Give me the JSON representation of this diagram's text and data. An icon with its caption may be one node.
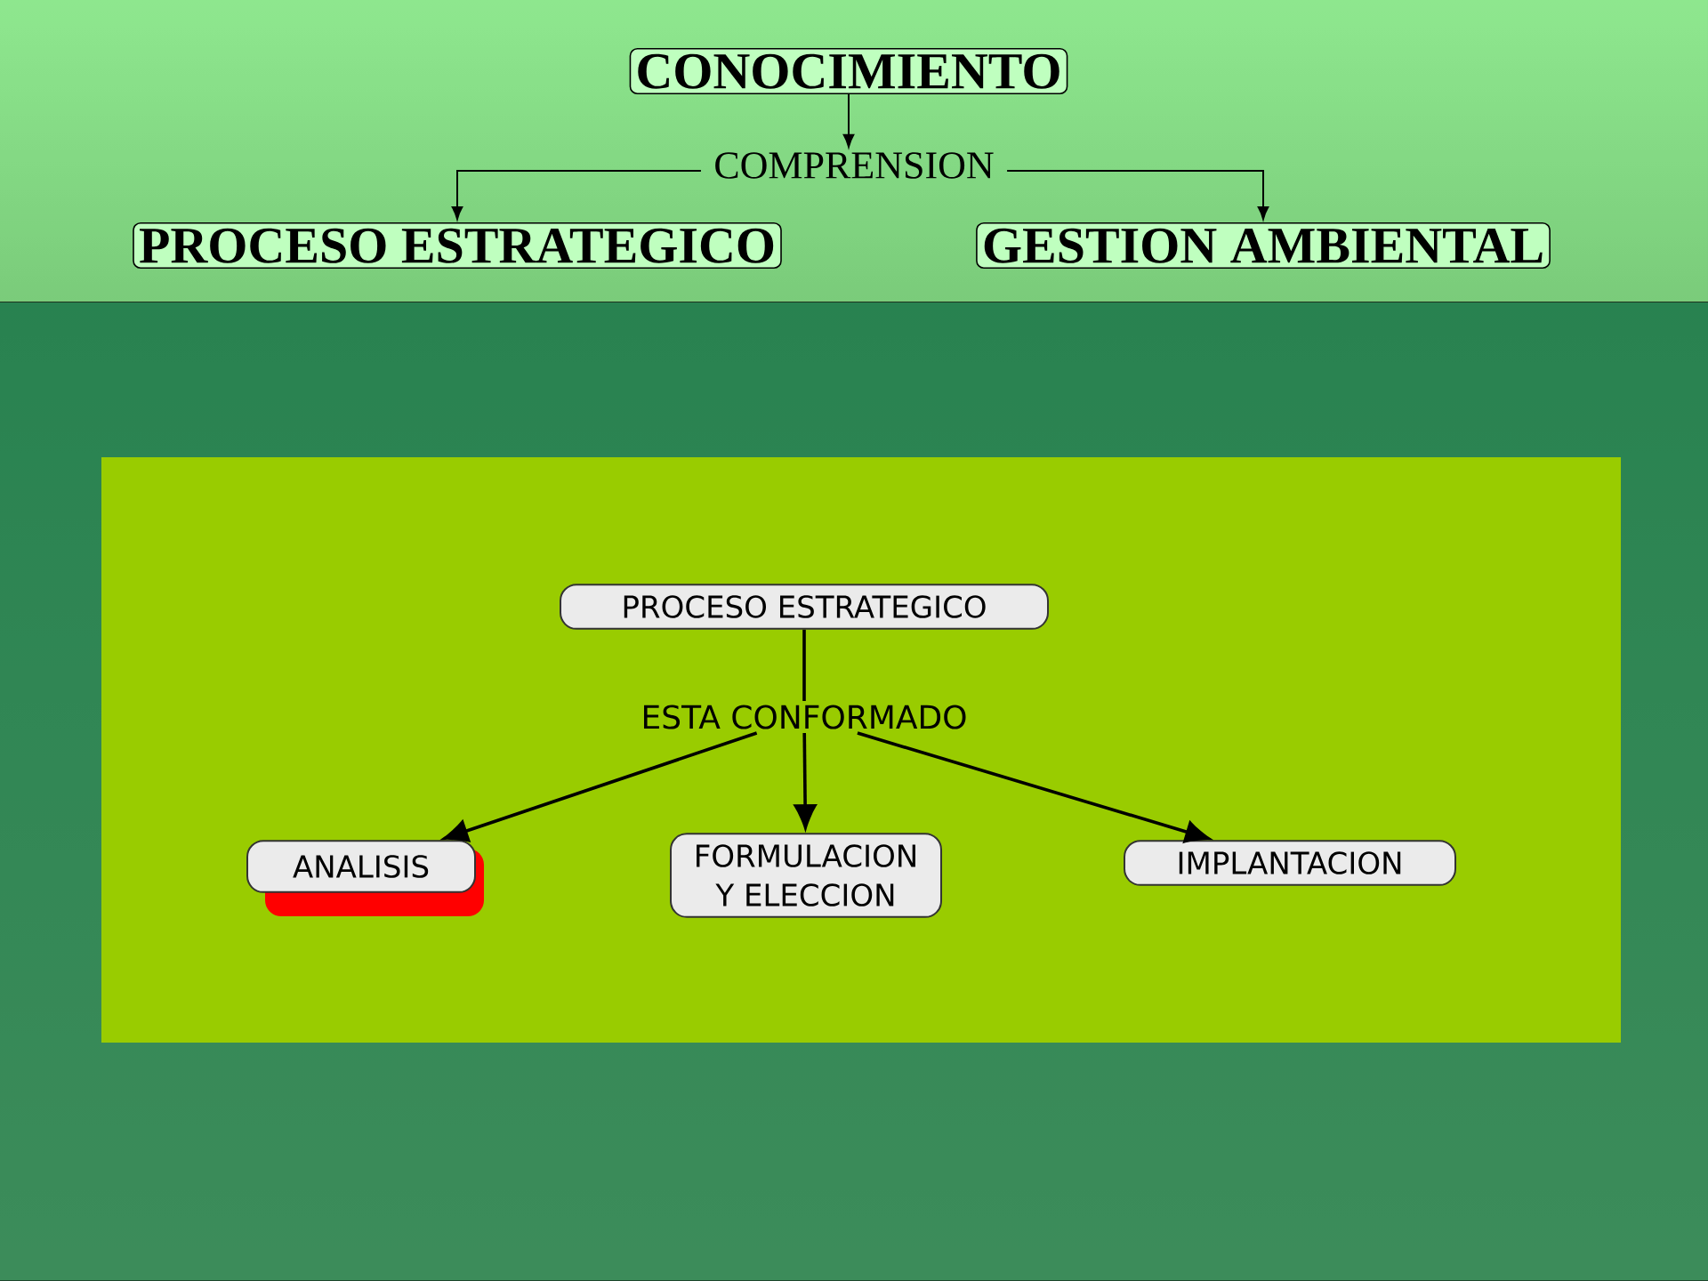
{
  "diagram": {
    "nodes": [
      {
        "text": [
          "CONOCIMIENTO"
        ]
      },
      {
        "text": [
          "COMPRENSION"
        ]
      },
      {
        "text": [
          "PROCESO ESTRATEGICO"
        ]
      },
      {
        "text": [
          "GESTION AMBIENTAL"
        ]
      },
      {
        "text": [
          "PROCESO ESTRATEGICO"
        ]
      },
      {
        "text": [
          "ESTA CONFORMADO"
        ]
      },
      {
        "text": [
          "ANALISIS"
        ]
      },
      {
        "text": [
          "FORMULACION Y ELECCION"
        ]
      },
      {
        "text": [
          "IMPLANTACION"
        ]
      }
    ],
    "edges": [
      {
        "from": 0,
        "to": 1,
        "arrow": "to"
      },
      {
        "from": 1,
        "to": 2,
        "arrow": "to"
      },
      {
        "from": 1,
        "to": 3,
        "arrow": "to"
      },
      {
        "from": 4,
        "to": 5,
        "arrow": "none"
      },
      {
        "from": 5,
        "to": 6,
        "arrow": "to"
      },
      {
        "from": 5,
        "to": 7,
        "arrow": "to"
      },
      {
        "from": 5,
        "to": 8,
        "arrow": "to"
      }
    ]
  }
}
